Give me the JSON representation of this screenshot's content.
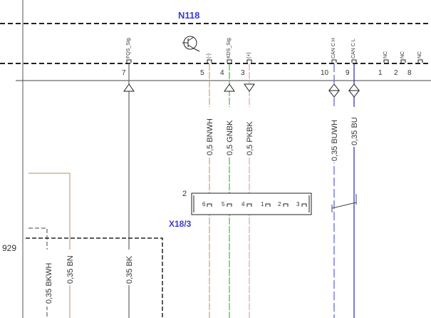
{
  "component": {
    "name": "N118",
    "label_color": "#3a3ad6"
  },
  "connector": {
    "name": "X18/3",
    "side_number": "2",
    "pins": [
      "6",
      "5",
      "4",
      "1",
      "2",
      "3"
    ]
  },
  "pins": [
    {
      "number": "7",
      "signal": "FQS_Sig."
    },
    {
      "number": "5",
      "signal": "(-)"
    },
    {
      "number": "4",
      "signal": "KDS_Sig."
    },
    {
      "number": "3",
      "signal": "(+)"
    },
    {
      "number": "10",
      "signal": "CAN C H"
    },
    {
      "number": "9",
      "signal": "CAN C L"
    },
    {
      "number": "1",
      "signal": "NC"
    },
    {
      "number": "2",
      "signal": "NC"
    },
    {
      "number": "8",
      "signal": "NC"
    }
  ],
  "wires": [
    {
      "label": "0,5 BNWH",
      "color": "#c9a27a"
    },
    {
      "label": "0,5 GNBK",
      "color": "#3cbf3c"
    },
    {
      "label": "0,5 PKBK",
      "color": "#e0a0a8"
    },
    {
      "label": "0,35 BUWH",
      "color": "#5a5ad8"
    },
    {
      "label": "0,35 BU",
      "color": "#2a2aa8"
    },
    {
      "label": "0,35 BK",
      "color": "#666666"
    },
    {
      "label": "0,35 BKWH",
      "color": "#555555"
    },
    {
      "label": "0,35 BN",
      "color": "#c9a27a"
    }
  ],
  "ground_ref": "929",
  "symbols": {
    "transistor": "transistor-icon"
  }
}
